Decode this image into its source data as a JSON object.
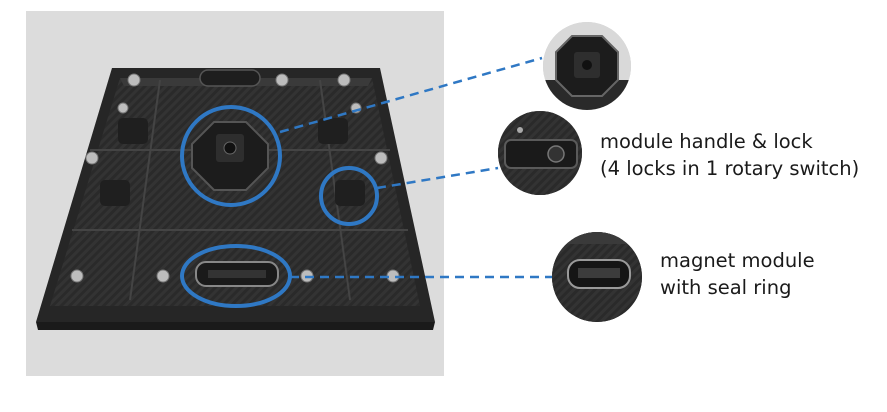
{
  "callouts": {
    "handle_lock": {
      "line1": "module handle & lock",
      "line2": "(4 locks in 1 rotary switch)"
    },
    "magnet_module": {
      "line1": "magnet module",
      "line2": "with seal ring"
    }
  },
  "colors": {
    "highlight_circle": "#2f78c4",
    "leader_line": "#2f78c4",
    "photo_background": "#dcdcdc",
    "module_body": "#2c2c2c"
  }
}
